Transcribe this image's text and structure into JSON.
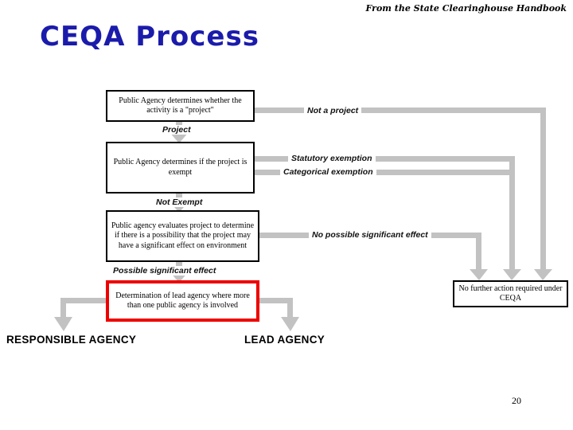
{
  "header": {
    "source_credit": "From the State Clearinghouse Handbook",
    "title": "CEQA Process"
  },
  "colors": {
    "title_blue": "#1b1bab",
    "highlight_red": "#ee0000",
    "connector_gray": "#c0c0c0",
    "box_border": "#000000",
    "background": "#ffffff"
  },
  "diagram": {
    "type": "flowchart",
    "boxes": [
      {
        "id": "project",
        "text": "Public Agency determines whether the activity is a \"project\"",
        "highlighted": false
      },
      {
        "id": "exempt",
        "text": "Public Agency determines if the project is exempt",
        "highlighted": false
      },
      {
        "id": "evaluate",
        "text": "Public agency evaluates project to determine if there is a possibility that the project may have a significant effect on environment",
        "highlighted": false
      },
      {
        "id": "lead_agency",
        "text": "Determination of lead agency where more than one public agency is involved",
        "highlighted": true
      },
      {
        "id": "no_further_action",
        "text": "No further action required under CEQA",
        "highlighted": false
      }
    ],
    "flow_labels": {
      "project": "Project",
      "not_exempt": "Not Exempt",
      "possible_significant_effect": "Possible significant effect",
      "not_a_project": "Not a project",
      "statutory_exemption": "Statutory exemption",
      "categorical_exemption": "Categorical exemption",
      "no_possible_significant_effect": "No possible significant effect"
    },
    "terminal_labels": {
      "responsible_agency": "RESPONSIBLE AGENCY",
      "lead_agency": "LEAD AGENCY"
    }
  },
  "footer": {
    "page_number": "20"
  }
}
